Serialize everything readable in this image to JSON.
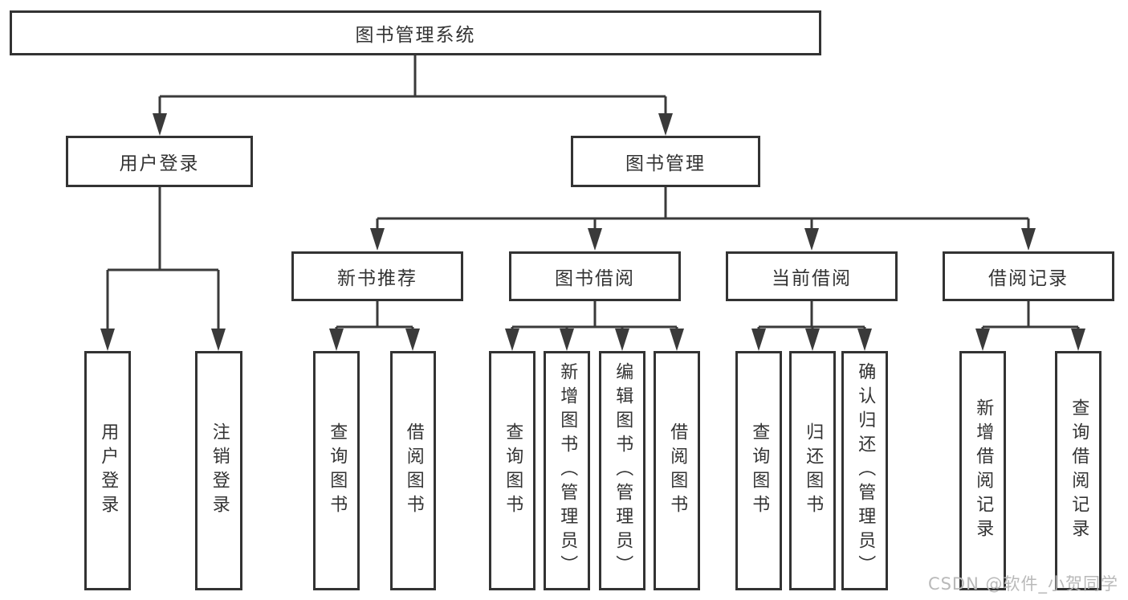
{
  "diagram": {
    "root": {
      "label": "图书管理系统"
    },
    "level2": [
      {
        "label": "用户登录",
        "children": [
          {
            "label": "用户登录"
          },
          {
            "label": "注销登录"
          }
        ]
      },
      {
        "label": "图书管理",
        "children": [
          {
            "label": "新书推荐",
            "children": [
              {
                "label": "查询图书"
              },
              {
                "label": "借阅图书"
              }
            ]
          },
          {
            "label": "图书借阅",
            "children": [
              {
                "label": "查询图书"
              },
              {
                "label": "新增图书（管理员）"
              },
              {
                "label": "编辑图书（管理员）"
              },
              {
                "label": "借阅图书"
              }
            ]
          },
          {
            "label": "当前借阅",
            "children": [
              {
                "label": "查询图书"
              },
              {
                "label": "归还图书"
              },
              {
                "label": "确认归还（管理员）"
              }
            ]
          },
          {
            "label": "借阅记录",
            "children": [
              {
                "label": "新增借阅记录"
              },
              {
                "label": "查询借阅记录"
              }
            ]
          }
        ]
      }
    ]
  },
  "watermark": {
    "text": "CSDN @软件_小贺同学"
  },
  "colors": {
    "line": "#3a3a3a",
    "box_border": "#333333",
    "text": "#333333",
    "background": "#ffffff",
    "watermark": "#b9b9b9"
  }
}
